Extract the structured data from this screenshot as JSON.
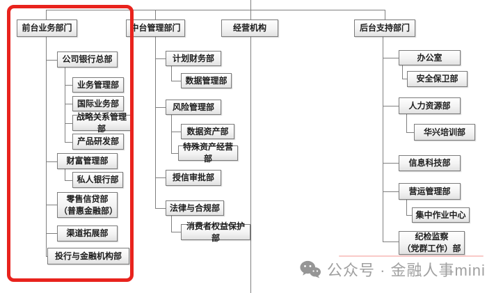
{
  "org": {
    "description": "bank organizational chart",
    "line_color": "#7f7f7f",
    "highlight": {
      "color": "#e8231d",
      "target": "front-office column"
    },
    "columns": [
      {
        "label": "前台业务部门",
        "children": [
          {
            "label": "公司银行总部",
            "children": [
              {
                "label": "业务管理部"
              },
              {
                "label": "国际业务部"
              },
              {
                "label": "战略关系管理部"
              },
              {
                "label": "产品研发部"
              }
            ]
          },
          {
            "label": "财富管理部",
            "children": [
              {
                "label": "私人银行部"
              }
            ]
          },
          {
            "label": "零售信贷部\n（普惠金融部）"
          },
          {
            "label": "渠道拓展部"
          },
          {
            "label": "投行与金融机构部"
          }
        ]
      },
      {
        "label": "中台管理部门",
        "children": [
          {
            "label": "计划财务部",
            "children": [
              {
                "label": "数据管理部"
              }
            ]
          },
          {
            "label": "风险管理部",
            "children": [
              {
                "label": "数据资产部"
              },
              {
                "label": "特殊资产经营部"
              }
            ]
          },
          {
            "label": "授信审批部"
          },
          {
            "label": "法律与合规部",
            "children": [
              {
                "label": "消费者权益保护部"
              }
            ]
          }
        ]
      },
      {
        "label": "经营机构",
        "children": []
      },
      {
        "label": "后台支持部门",
        "children": [
          {
            "label": "办公室",
            "children": [
              {
                "label": "安全保卫部"
              }
            ]
          },
          {
            "label": "人力资源部",
            "children": [
              {
                "label": "华兴培训部"
              }
            ]
          },
          {
            "label": "信息科技部"
          },
          {
            "label": "营运管理部",
            "children": [
              {
                "label": "集中作业中心"
              }
            ]
          },
          {
            "label": "纪检监察\n（党群工作）部"
          }
        ]
      }
    ],
    "watermark": {
      "icon": "wechat-icon",
      "text": "公众号 · 金融人事mini"
    }
  }
}
